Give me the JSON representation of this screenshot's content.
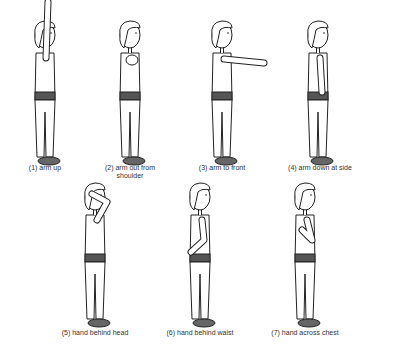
{
  "diagram": {
    "labels": [
      "(1) arm up",
      "(2) arm out from shoulder",
      "(3) arm to front",
      "(4) arm down at side",
      "(5) hand behind head",
      "(6) hand behind waist",
      "(7) hand across chest"
    ]
  }
}
